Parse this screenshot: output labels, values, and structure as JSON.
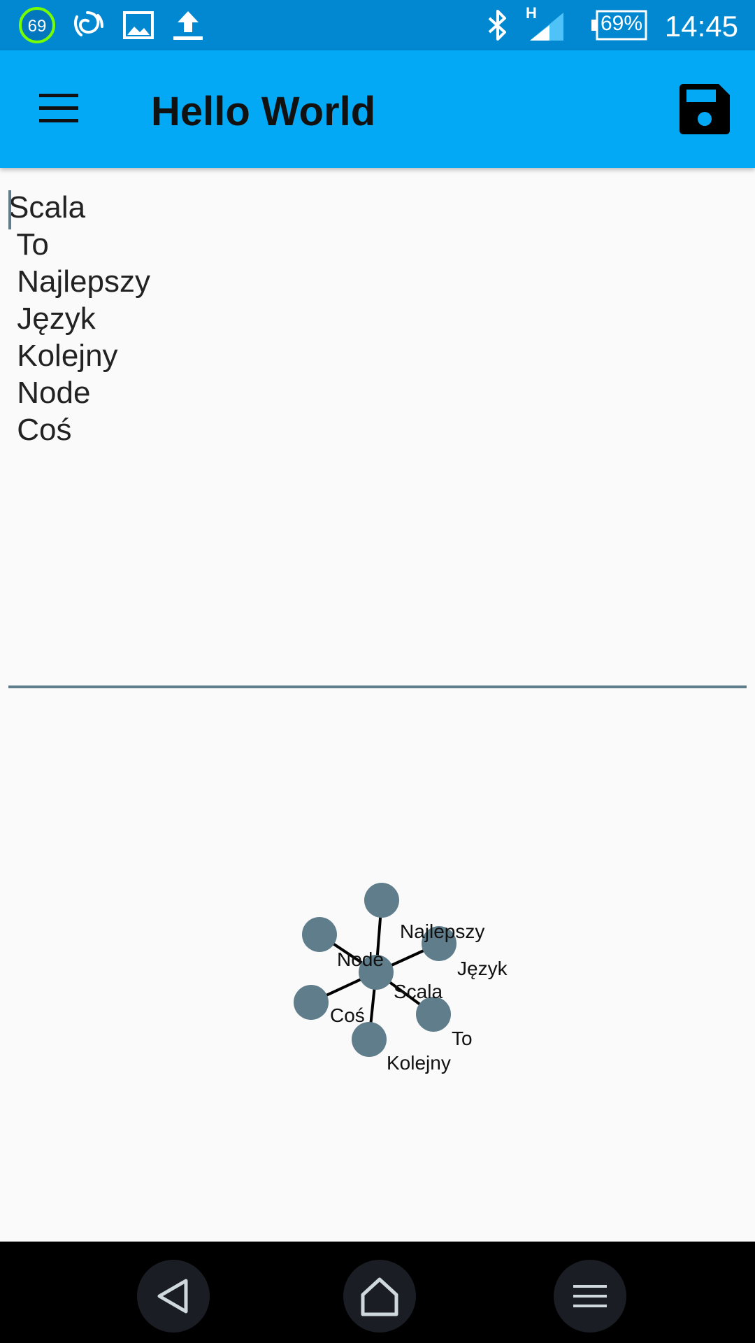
{
  "status_bar": {
    "notification_badge": "69",
    "battery": "69%",
    "time": "14:45",
    "network_type": "H",
    "icons": [
      "notification-badge-icon",
      "spiral-app-icon",
      "image-icon",
      "upload-icon",
      "bluetooth-icon",
      "signal-icon",
      "battery-icon"
    ]
  },
  "app_bar": {
    "title": "Hello World",
    "menu_icon": "hamburger-menu-icon",
    "save_icon": "floppy-disk-save-icon",
    "color": "#03a9f4"
  },
  "editor": {
    "lines": [
      "Scala",
      " To",
      " Najlepszy",
      " Język",
      " Kolejny",
      " Node",
      " Coś"
    ]
  },
  "graph": {
    "node_color": "#607d8b",
    "edge_color": "#000000",
    "labels": [
      "Najlepszy",
      "Node",
      "Język",
      "Scala",
      "Coś",
      "To",
      "Kolejny"
    ]
  },
  "nav_bar": {
    "icons": [
      "back-icon",
      "home-icon",
      "menu-icon"
    ]
  }
}
